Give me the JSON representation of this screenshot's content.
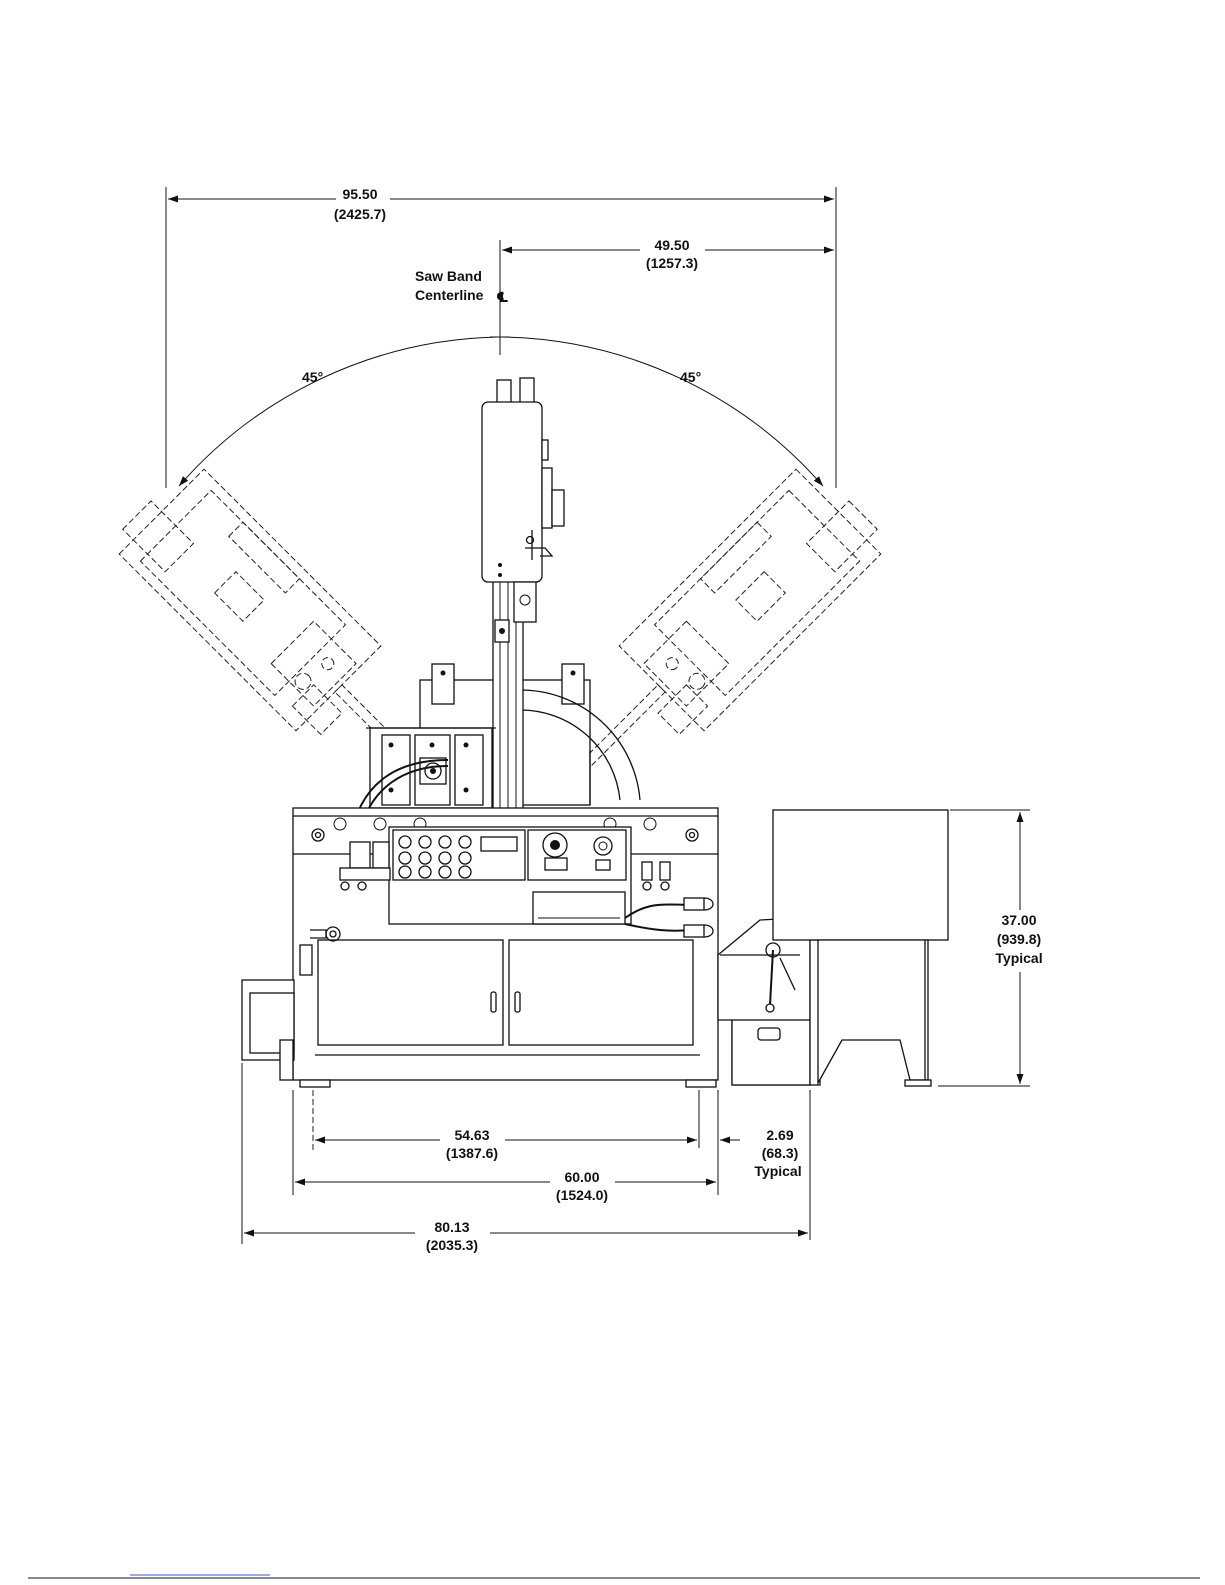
{
  "labels": {
    "centerline_line1": "Saw Band",
    "centerline_line2": "Centerline",
    "centerline_symbol": "℄",
    "angle_left": "45°",
    "angle_right": "45°"
  },
  "dimensions": {
    "overall_swing": {
      "value": "95.50",
      "metric": "(2425.7)"
    },
    "right_swing": {
      "value": "49.50",
      "metric": "(1257.3)"
    },
    "height": {
      "value": "37.00",
      "metric": "(939.8)",
      "note": "Typical"
    },
    "foot_spacing": {
      "value": "54.63",
      "metric": "(1387.6)"
    },
    "base_width": {
      "value": "60.00",
      "metric": "(1524.0)"
    },
    "side_gap": {
      "value": "2.69",
      "metric": "(68.3)",
      "note": "Typical"
    },
    "overall_width": {
      "value": "80.13",
      "metric": "(2035.3)"
    }
  },
  "colors": {
    "line": "#111111",
    "footer_rule": "#3355cc"
  }
}
